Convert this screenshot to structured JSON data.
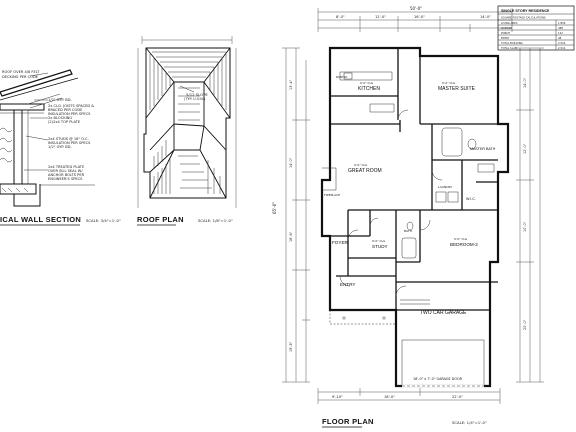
{
  "sheet": {
    "titles": {
      "wall_section": "ICAL WALL SECTION",
      "roof_plan": "ROOF PLAN",
      "floor_plan": "FLOOR PLAN"
    },
    "scales": {
      "wall_section": "SCALE: 3/4\"=1'-0\"",
      "roof_plan": "SCALE: 1/8\"=1'-0\"",
      "floor_plan": "SCALE: 1/4\"=1'-0\""
    },
    "roof_notes": {
      "slope": "5/12 SLOPE",
      "slope_note": "(TYP. U.O.N.)"
    },
    "wall_notes": [
      "ROOF OVER 4/8 FELT",
      "DECKING PER CODE",
      "1/2\" GYP. BD.",
      "2x CLG. JOISTS SPACED &",
      "BRACED PER CODE",
      "INSULATION PER SPECS",
      "2x BLOCKING",
      "(2)2x4 TOP PLATE",
      "2x4 STUDS @ 16\" O.C.",
      "INSULATION PER SPECS",
      "1/2\" GYP. BD.",
      "2x4 TREATED PLATE",
      "OVER SILL SEAL W/",
      "ANCHOR BOLTS PER",
      "ENGINEER'S SPECS"
    ],
    "rooms": {
      "master_suite": "MASTER SUITE",
      "kitchen": "KITCHEN",
      "great_room": "GREAT ROOM",
      "master_bath": "MASTER BATH",
      "wic": "W.I.C.",
      "foyer": "FOYER",
      "study": "STUDY",
      "bedroom2": "BEDROOM-2",
      "entry": "ENTRY",
      "garage": "TWO CAR GARAGE",
      "pantry": "PANTRY",
      "fireplace": "FIREPLACE",
      "bath": "BATH",
      "laundry": "LAUNDRY"
    },
    "room_heights": {
      "master_suite": "9'-0\" CLG",
      "kitchen": "9'-0\" CLG",
      "great_room": "9'-0\" CLG",
      "study": "9'-0\" CLG",
      "bedroom2": "9'-0\" CLG"
    },
    "garage_door": "16'-0\" x 7'-0\" GARAGE DOOR",
    "overall_width": "50'-0\"",
    "overall_depth": "65'-6\"",
    "schedule": {
      "header": "SINGLE STORY RESIDENCE",
      "subheader": "SQUARE FOOTAGE CALCULATIONS",
      "rows": [
        {
          "label": "LIVING AREA",
          "value": "1,856"
        },
        {
          "label": "GARAGE",
          "value": "488"
        },
        {
          "label": "PORCH",
          "value": "122"
        },
        {
          "label": "ENTRY",
          "value": "48"
        },
        {
          "label": "TOTAL BUILDING",
          "value": "2,514"
        },
        {
          "label": "TOTAL SLAB",
          "value": "2,514"
        }
      ]
    },
    "dims": {
      "top": [
        "8'-0\"",
        "12'-0\"",
        "16'-0\"",
        "14'-0\""
      ],
      "bottom": [
        "9'-10\"",
        "18'-0\"",
        "22'-0\""
      ],
      "left": [
        "13'-4\"",
        "14'-0\"",
        "18'-6\"",
        "19'-8\""
      ],
      "right": [
        "14'-0\"",
        "12'-0\"",
        "10'-0\"",
        "20'-0\""
      ]
    }
  }
}
